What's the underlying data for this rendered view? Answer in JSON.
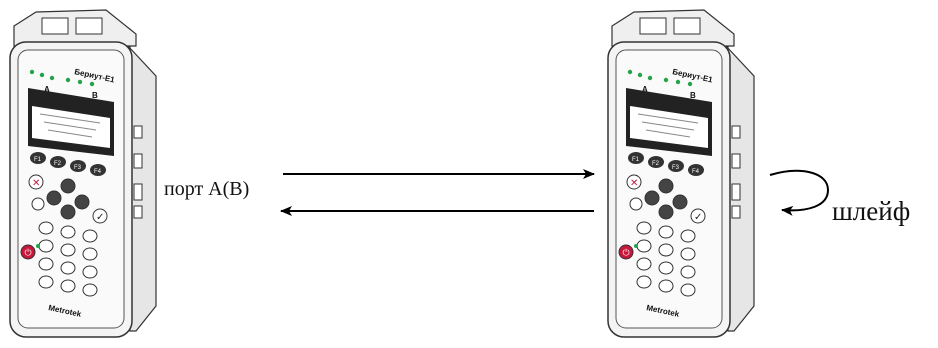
{
  "devices": [
    {
      "id": "left",
      "brand": "Бериут-Е1",
      "maker": "Metrotek",
      "port_a": "A",
      "port_b": "B"
    },
    {
      "id": "right",
      "brand": "Бериут-Е1",
      "maker": "Metrotek",
      "port_a": "A",
      "port_b": "B"
    }
  ],
  "labels": {
    "port": "порт A(B)",
    "loopback": "шлейф"
  },
  "keypad": {
    "func_keys": [
      "F1",
      "F2",
      "F3",
      "F4"
    ]
  },
  "colors": {
    "line": "#000000",
    "device_body": "#f4f4f4",
    "device_outline": "#333333",
    "screen": "#222222",
    "power_button": "#c8173a",
    "led": "#22a34a"
  }
}
